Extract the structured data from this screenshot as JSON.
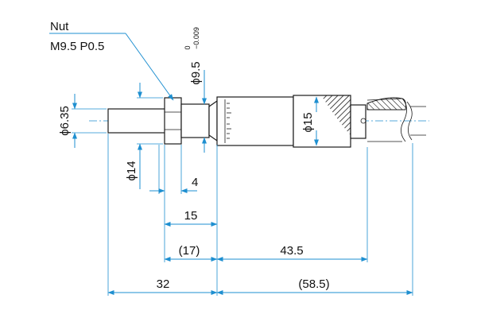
{
  "colors": {
    "line": "#1a1a1a",
    "dimension": "#1e8fd0"
  },
  "callout": {
    "line1": "Nut",
    "line2": "M9.5 P0.5"
  },
  "diameters": {
    "spindle": "ϕ6.35",
    "nut": "ϕ14",
    "sleeve": "ϕ9.5",
    "sleeve_tol_upper": "0",
    "sleeve_tol_lower": "−0.009",
    "thimble": "ϕ15"
  },
  "lengths": {
    "small": "4",
    "mid": "15",
    "ref17": "(17)",
    "thimble_len": "43.5",
    "total_left": "32",
    "total_right": "(58.5)"
  }
}
